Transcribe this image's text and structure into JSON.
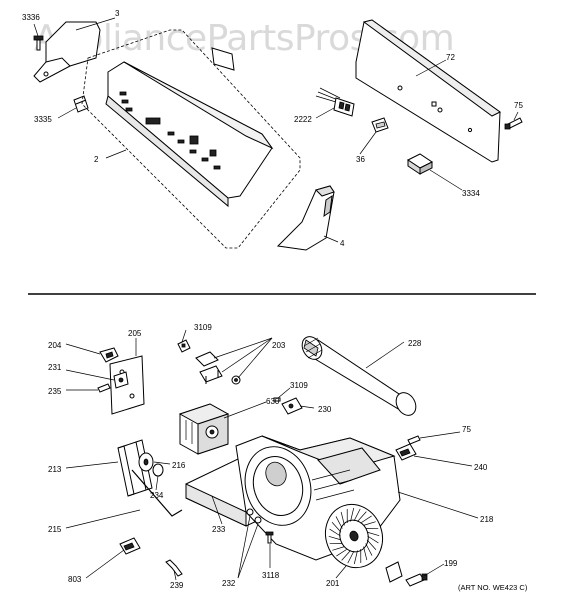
{
  "watermark": "AppliancePartsPros.com",
  "art_number": "(ART NO. WE423 C)",
  "callouts": {
    "c3336": "3336",
    "c3": "3",
    "c3335": "3335",
    "c2": "2",
    "c72": "72",
    "c75a": "75",
    "c2222": "2222",
    "c36": "36",
    "c3334": "3334",
    "c4": "4",
    "c204": "204",
    "c205": "205",
    "c3109a": "3109",
    "c203": "203",
    "c228": "228",
    "c231": "231",
    "c235": "235",
    "c3109b": "3109",
    "c630": "630",
    "c230": "230",
    "c75b": "75",
    "c213": "213",
    "c216": "216",
    "c240": "240",
    "c234": "234",
    "c215": "215",
    "c233": "233",
    "c218": "218",
    "c803": "803",
    "c232": "232",
    "c3118": "3118",
    "c239": "239",
    "c201": "201",
    "c199": "199"
  }
}
